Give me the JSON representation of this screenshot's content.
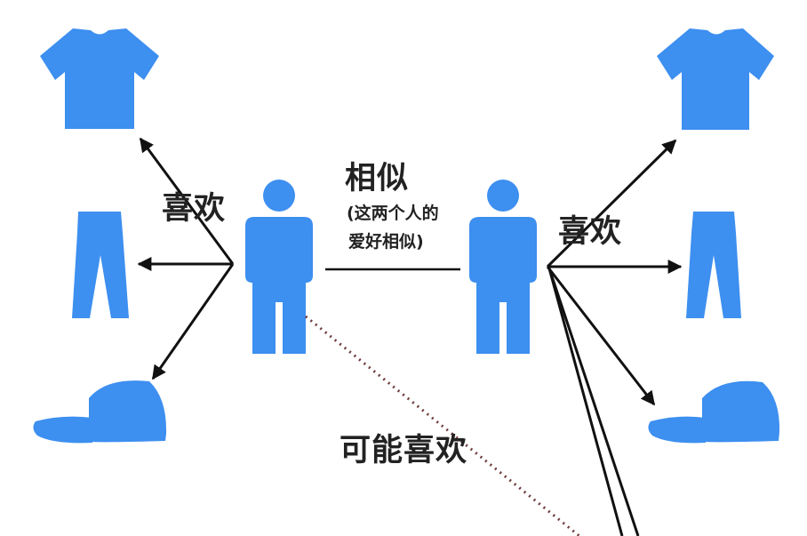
{
  "colors": {
    "icon": "#3D8FF0",
    "line": "#111111",
    "dotted": "#6E3B3B",
    "text": "#222222",
    "background": "#ffffff"
  },
  "labels": {
    "similar": "相似",
    "similar_note_line1": "(这两个人的",
    "similar_note_line2": "爱好相似)",
    "likes_left": "喜欢",
    "likes_right": "喜欢",
    "may_like": "可能喜欢"
  },
  "icons": {
    "left_items": [
      "tshirt-icon",
      "pants-icon",
      "cap-icon"
    ],
    "right_items": [
      "tshirt-icon",
      "pants-icon",
      "cap-icon"
    ],
    "people": [
      "person-icon",
      "person-icon"
    ]
  }
}
